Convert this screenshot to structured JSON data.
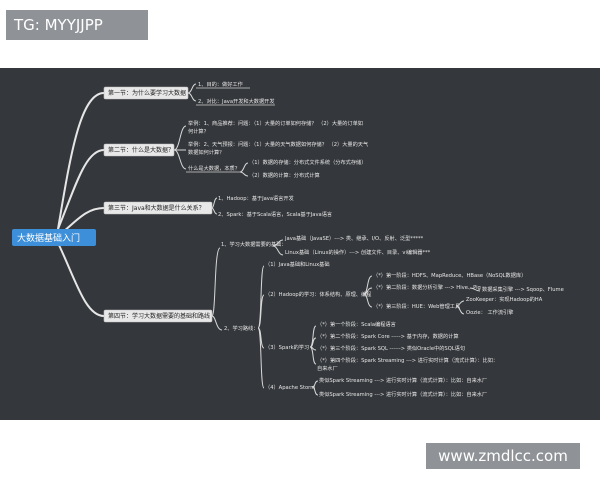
{
  "tag": "TG: MYYJJPP",
  "watermark": "www.zmdlcc.com",
  "root": "大数据基础入门",
  "s1": {
    "title": "第一节：为什么要学习大数据",
    "i1": "1、目的：做好工作",
    "i2": "2、对比：Java开发和大数据开发"
  },
  "s2": {
    "title": "第二节：什么是大数据？",
    "a1": "举例：1、商品推荐：问题：（1）大量的订单如何存储？  （2）大量的订单如",
    "a2": "何计算？",
    "b1": "举例：2、天气预报：问题：（1）大量的天气数据如何存储？ （2）大量的天气",
    "b2": "数据如何计算？",
    "c": "什么是大数据，本质？",
    "c1": "（1）数据的存储：分布式文件系统（分布式存储）",
    "c2": "（2）数据的计算：分布式计算"
  },
  "s3": {
    "title": "第三节：Java和大数据是什么关系？",
    "i1": "1、Hadoop：基于Java语言开发",
    "i2": "2、Spark：基于Scala语言，Scala基于Java语言"
  },
  "s4": {
    "title": "第四节：学习大数据需要的基础和路线",
    "basics": "1、学习大数据需要的基础：",
    "java": "Java基础（JavaSE）---> 类、继承、I/O、反射、泛型*****",
    "linux": "Linux基础（Linux的操作）---> 创建文件、目录、vi编辑器***",
    "route": "2、学习路线：",
    "r1": "（1）Java基础和Linux基础",
    "r2": "（2）Hadoop的学习：体系结构、原理、编程",
    "h1": "（*）第一阶段：HDFS、MapReduce、HBase（NoSQL数据库）",
    "h2": "（*）第二阶段：数据分析引擎 ---> Hive、Pig",
    "h2b": "数据采集引擎 ---> Sqoop、Flume",
    "h3": "（*）第三阶段：HUE：Web管理工具",
    "zk": "ZooKeeper：实现Hadoop的HA",
    "oozie": "Oozie：    工作流引擎",
    "r3": "（3）Spark的学习",
    "sp1": "（*）第一个阶段：Scala编程语言",
    "sp2": "（*）第二个阶段：Spark Core -----> 基于内存，数据的计算",
    "sp3": "（*）第三个阶段：Spark SQL ------> 类似Oracle中的SQL语句",
    "sp4a": "（*）第四个阶段：Spark Streaming ---> 进行实时计算（流式计算）：比如：",
    "sp4b": "自来水厂",
    "r4": "（4）Apache Storm",
    "st1": "类似Spark Streaming ---> 进行实时计算（流式计算）：比如：自来水厂",
    "st2": "类似Spark Streaming ---> 进行实时计算（流式计算）：比如：自来水厂"
  }
}
